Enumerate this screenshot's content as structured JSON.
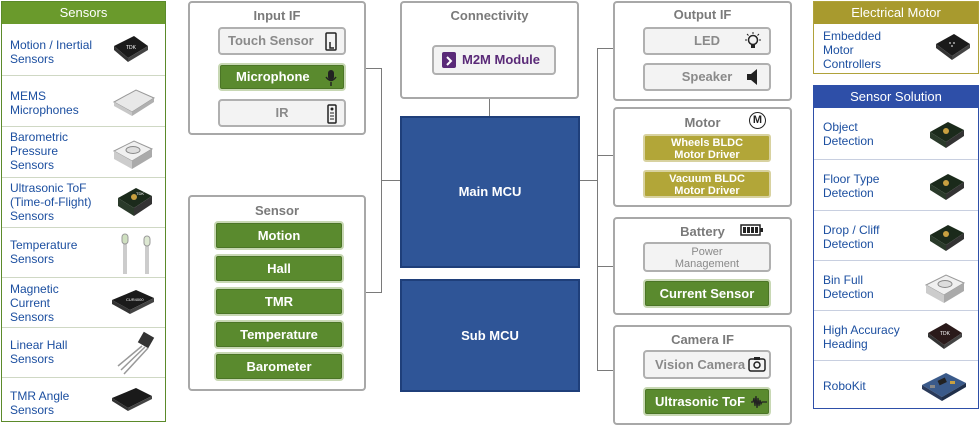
{
  "left_panel": {
    "title": "Sensors",
    "items": [
      {
        "l1": "Motion / Inertial",
        "l2": "Sensors",
        "l3": ""
      },
      {
        "l1": "MEMS",
        "l2": "Microphones",
        "l3": ""
      },
      {
        "l1": "Barometric",
        "l2": "Pressure",
        "l3": "Sensors"
      },
      {
        "l1": "Ultrasonic ToF",
        "l2": "(Time-of-Flight)",
        "l3": "Sensors"
      },
      {
        "l1": "Temperature",
        "l2": "Sensors",
        "l3": ""
      },
      {
        "l1": "Magnetic",
        "l2": "Current",
        "l3": "Sensors"
      },
      {
        "l1": "Linear Hall",
        "l2": "Sensors",
        "l3": ""
      },
      {
        "l1": "TMR Angle",
        "l2": "Sensors",
        "l3": ""
      }
    ]
  },
  "input_if": {
    "title": "Input IF",
    "touch": "Touch Sensor",
    "mic": "Microphone",
    "ir": "IR"
  },
  "connectivity": {
    "title": "Connectivity",
    "m2m": "M2M Module"
  },
  "sensor_group": {
    "title": "Sensor",
    "items": [
      "Motion",
      "Hall",
      "TMR",
      "Temperature",
      "Barometer"
    ]
  },
  "mcu": {
    "main": "Main MCU",
    "sub": "Sub MCU"
  },
  "output_if": {
    "title": "Output IF",
    "led": "LED",
    "speaker": "Speaker"
  },
  "motor": {
    "title": "Motor",
    "badge": "M",
    "wheels_l1": "Wheels BLDC",
    "wheels_l2": "Motor Driver",
    "vacuum_l1": "Vacuum BLDC",
    "vacuum_l2": "Motor Driver"
  },
  "battery": {
    "title": "Battery",
    "power_l1": "Power",
    "power_l2": "Management",
    "current": "Current Sensor"
  },
  "camera_if": {
    "title": "Camera IF",
    "vision": "Vision Camera",
    "tof": "Ultrasonic ToF"
  },
  "electrical_motor": {
    "title": "Electrical Motor",
    "l1": "Embedded",
    "l2": "Motor",
    "l3": "Controllers"
  },
  "sensor_solution": {
    "title": "Sensor Solution",
    "items": [
      {
        "l1": "Object",
        "l2": "Detection"
      },
      {
        "l1": "Floor Type",
        "l2": "Detection"
      },
      {
        "l1": "Drop / Cliff",
        "l2": "Detection"
      },
      {
        "l1": "Bin Full",
        "l2": "Detection"
      },
      {
        "l1": "High Accuracy",
        "l2": "Heading"
      },
      {
        "l1": "RoboKit",
        "l2": ""
      }
    ]
  },
  "colors": {
    "green": "#5a8a2e",
    "olive": "#b2a638",
    "blue": "#2f5597",
    "link": "#1c4fa0"
  }
}
